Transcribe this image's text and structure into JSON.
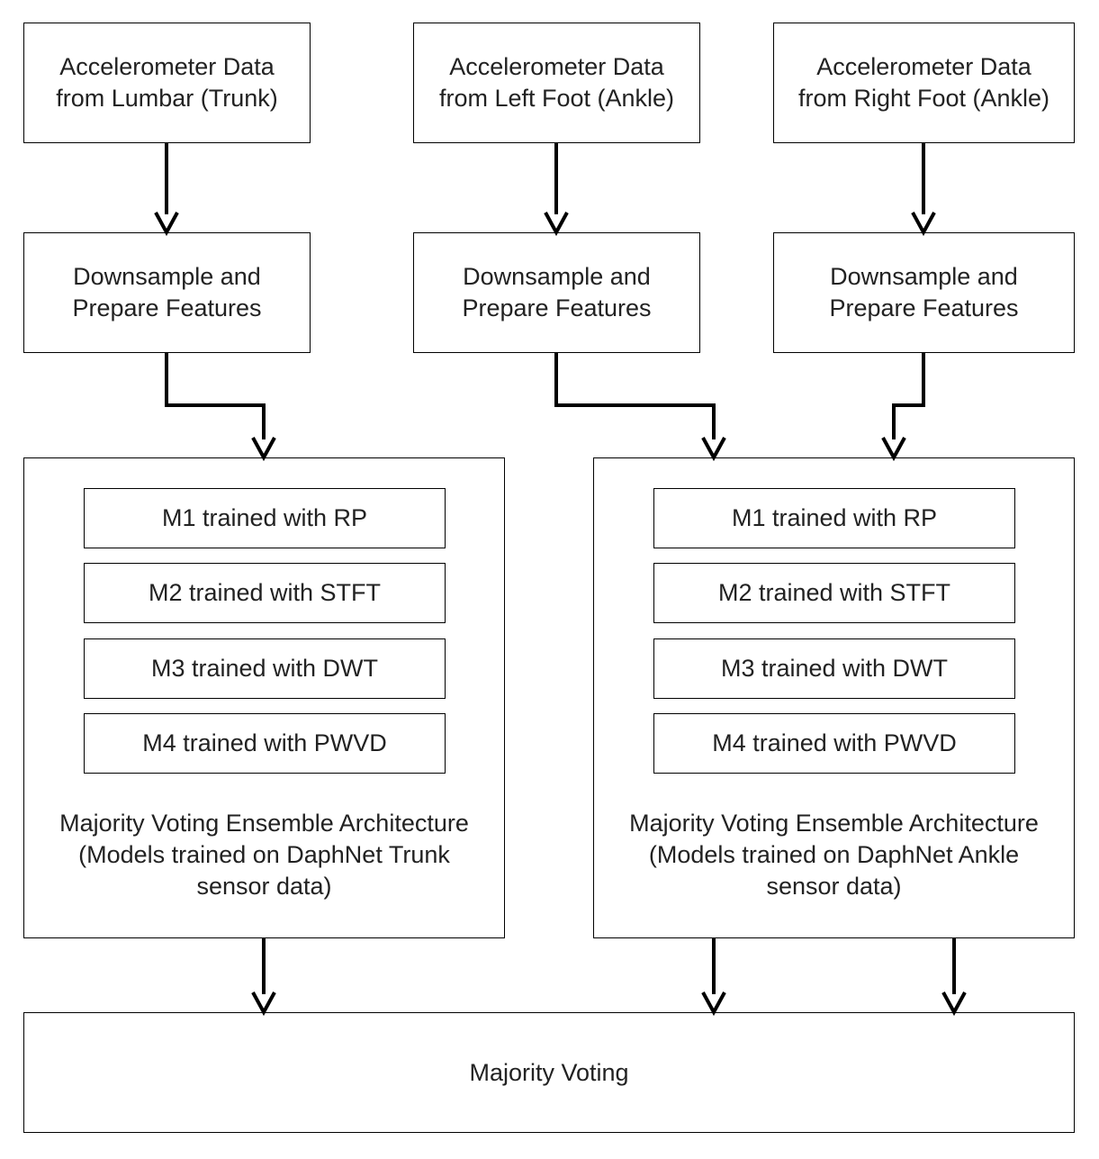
{
  "sources": [
    {
      "label": "Accelerometer Data\nfrom Lumbar (Trunk)"
    },
    {
      "label": "Accelerometer Data\nfrom Left Foot (Ankle)"
    },
    {
      "label": "Accelerometer Data\nfrom Right Foot (Ankle)"
    }
  ],
  "preprocess": [
    {
      "label": "Downsample and\nPrepare Features"
    },
    {
      "label": "Downsample and\nPrepare Features"
    },
    {
      "label": "Downsample and\nPrepare Features"
    }
  ],
  "ensembles": [
    {
      "models": [
        "M1 trained with RP",
        "M2 trained with STFT",
        "M3 trained with DWT",
        "M4 trained with PWVD"
      ],
      "caption": "Majority Voting Ensemble Architecture\n(Models trained on DaphNet Trunk\nsensor data)"
    },
    {
      "models": [
        "M1 trained with RP",
        "M2 trained with STFT",
        "M3 trained with DWT",
        "M4 trained with PWVD"
      ],
      "caption": "Majority Voting Ensemble Architecture\n(Models trained on DaphNet Ankle\nsensor data)"
    }
  ],
  "final": {
    "label": "Majority Voting"
  },
  "colors": {
    "stroke": "#000000",
    "text": "#222222",
    "background": "#ffffff"
  }
}
